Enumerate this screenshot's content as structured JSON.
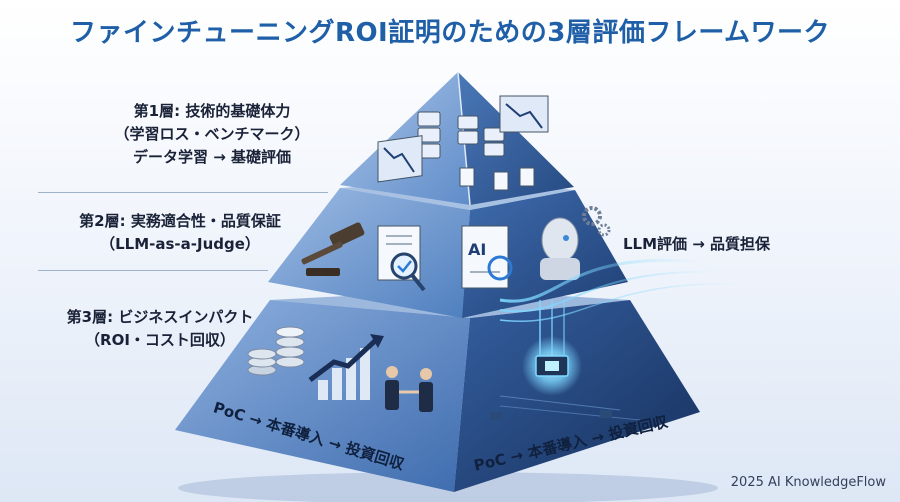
{
  "title": "ファインチューニングROI証明のための3層評価フレームワーク",
  "layers": [
    {
      "heading": "第1層: 技術的基礎体力",
      "sub": "（学習ロス・ベンチマーク）",
      "flow": "データ学習 → 基礎評価"
    },
    {
      "heading": "第2層: 実務適合性・品質保証",
      "sub": "（LLM-as-a-Judge）"
    },
    {
      "heading": "第3層: ビジネスインパクト",
      "sub": "（ROI・コスト回収）"
    }
  ],
  "side_label": "LLM評価 → 品質担保",
  "base_flow_left": "PoC → 本番導入 → 投資回収",
  "base_flow_right": "PoC → 本番導入 → 投資回収",
  "ai_chip_text": "AI",
  "footer": "2025 AI KnowledgeFlow",
  "icons": [
    "server-icon",
    "document-icon",
    "trend-chart-icon",
    "gavel-icon",
    "checklist-magnifier-icon",
    "ai-document-icon",
    "robot-head-icon",
    "gear-icon",
    "coin-stack-icon",
    "bar-growth-icon",
    "handshake-icon",
    "circuit-chip-icon"
  ],
  "colors": {
    "title": "#1f5fa8",
    "pyramid_light": "#8fb0dc",
    "pyramid_mid": "#4f7fbf",
    "pyramid_dark": "#2b4f87",
    "glow": "#7fd8ff"
  }
}
